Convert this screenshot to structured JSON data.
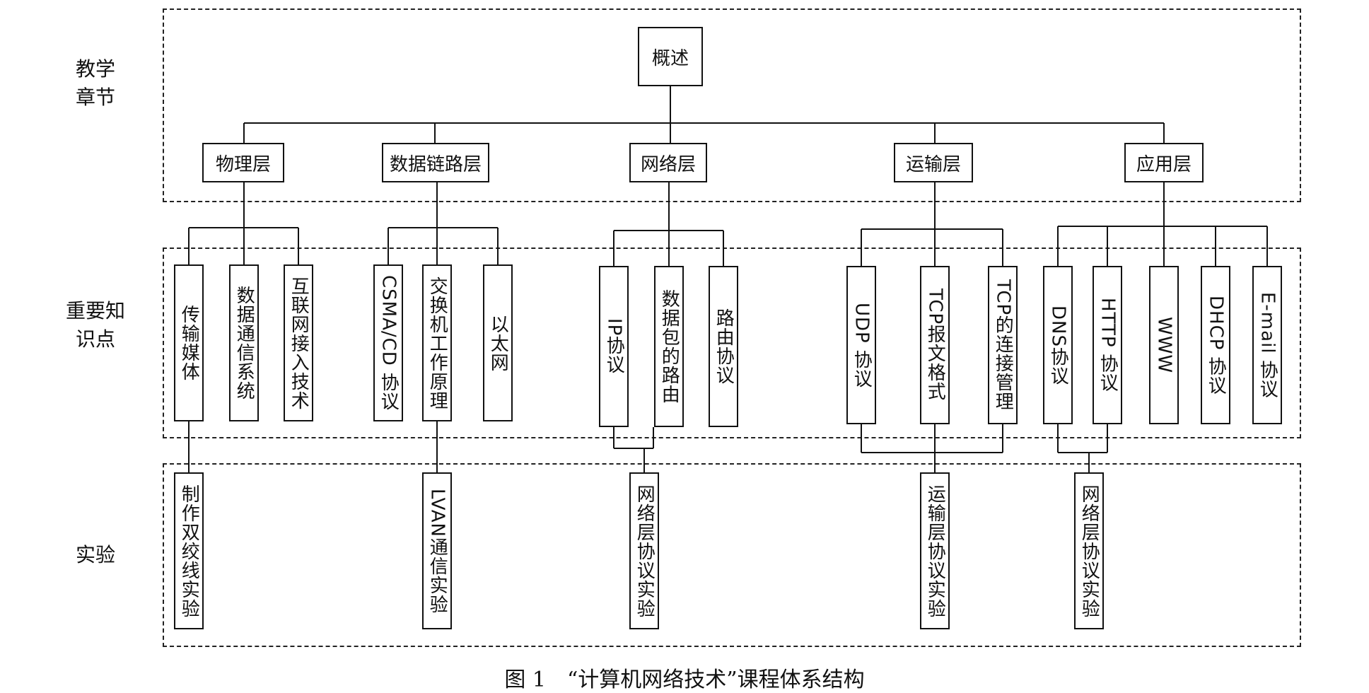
{
  "row_labels": {
    "chapters": [
      "教学",
      "章节"
    ],
    "key_points": [
      "重要知",
      "识点"
    ],
    "experiments": [
      "实验"
    ]
  },
  "root": "概述",
  "chapters": [
    "物理层",
    "数据链路层",
    "网络层",
    "运输层",
    "应用层"
  ],
  "knowledge_points": {
    "physical": [
      "传输媒体",
      "数据通信系统",
      "互联网接入技术"
    ],
    "datalink": [
      "CSMA/CD 协议",
      "交换机工作原理",
      "以太网"
    ],
    "network": [
      "IP协议",
      "数据包的路由",
      "路由协议"
    ],
    "transport": [
      "UDP 协议",
      "TCP报文格式",
      "TCP的连接管理"
    ],
    "application": [
      "DNS协议",
      "HTTP 协议",
      "WWW",
      "DHCP 协议",
      "E-mail 协议"
    ]
  },
  "experiments": [
    "制作双绞线实验",
    "LVAN通信实验",
    "网络层协议实验",
    "运输层协议实验",
    "网络层协议实验"
  ],
  "caption": "图 1　“计算机网络技术”课程体系结构"
}
